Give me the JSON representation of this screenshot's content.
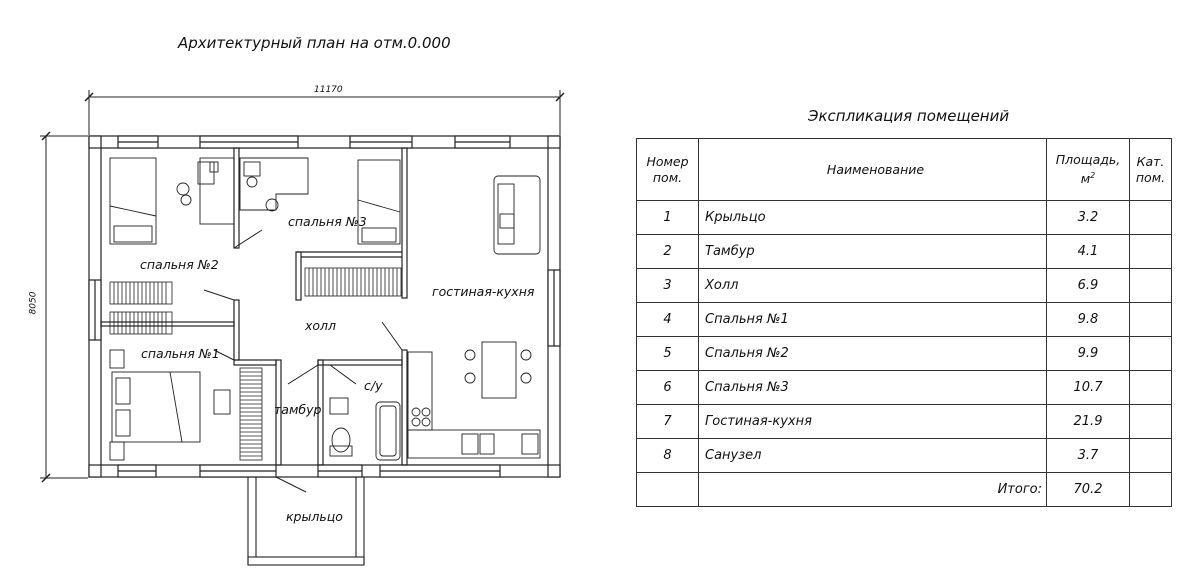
{
  "plan": {
    "title": "Архитектурный план на отм.0.000",
    "dim_width": "11170",
    "dim_height": "8050",
    "rooms": {
      "bedroom3": "спальня №3",
      "bedroom2": "спальня №2",
      "bedroom1": "спальня №1",
      "living": "гостиная-кухня",
      "hall": "холл",
      "bath": "с/у",
      "vestibule": "тамбур",
      "porch": "крыльцо"
    }
  },
  "explication": {
    "title": "Экспликация помещений",
    "headers": {
      "num_1": "Номер",
      "num_2": "пом.",
      "name": "Наименование",
      "area_1": "Площадь,",
      "area_2": "м",
      "area_sup": "2",
      "cat_1": "Кат.",
      "cat_2": "пом."
    },
    "rows": [
      {
        "num": "1",
        "name": "Крыльцо",
        "area": "3.2"
      },
      {
        "num": "2",
        "name": "Тамбур",
        "area": "4.1"
      },
      {
        "num": "3",
        "name": "Холл",
        "area": "6.9"
      },
      {
        "num": "4",
        "name": "Спальня №1",
        "area": "9.8"
      },
      {
        "num": "5",
        "name": "Спальня №2",
        "area": "9.9"
      },
      {
        "num": "6",
        "name": "Спальня №3",
        "area": "10.7"
      },
      {
        "num": "7",
        "name": "Гостиная-кухня",
        "area": "21.9"
      },
      {
        "num": "8",
        "name": "Санузел",
        "area": "3.7"
      }
    ],
    "total_label": "Итого:",
    "total_value": "70.2"
  }
}
